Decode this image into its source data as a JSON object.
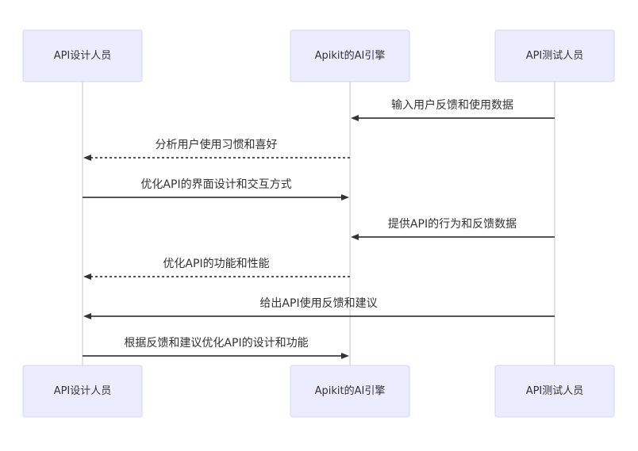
{
  "diagram": {
    "type": "sequence",
    "participants": [
      {
        "id": "designer",
        "label": "API设计人员"
      },
      {
        "id": "engine",
        "label": "Apikit的AI引擎"
      },
      {
        "id": "tester",
        "label": "API测试人员"
      }
    ],
    "messages": [
      {
        "from": "tester",
        "to": "engine",
        "text": "输入用户反馈和使用数据",
        "style": "solid"
      },
      {
        "from": "engine",
        "to": "designer",
        "text": "分析用户使用习惯和喜好",
        "style": "dotted"
      },
      {
        "from": "designer",
        "to": "engine",
        "text": "优化API的界面设计和交互方式",
        "style": "solid"
      },
      {
        "from": "tester",
        "to": "engine",
        "text": "提供API的行为和反馈数据",
        "style": "solid"
      },
      {
        "from": "engine",
        "to": "designer",
        "text": "优化API的功能和性能",
        "style": "dotted"
      },
      {
        "from": "tester",
        "to": "designer",
        "text": "给出API使用反馈和建议",
        "style": "solid"
      },
      {
        "from": "designer",
        "to": "engine",
        "text": "根据反馈和建议优化API的设计和功能",
        "style": "solid"
      }
    ]
  },
  "colors": {
    "actor_fill": "#ececff",
    "actor_border": "#d4d4f7",
    "line": "#555555",
    "lifeline": "#e4e4e4",
    "text": "#333333"
  }
}
